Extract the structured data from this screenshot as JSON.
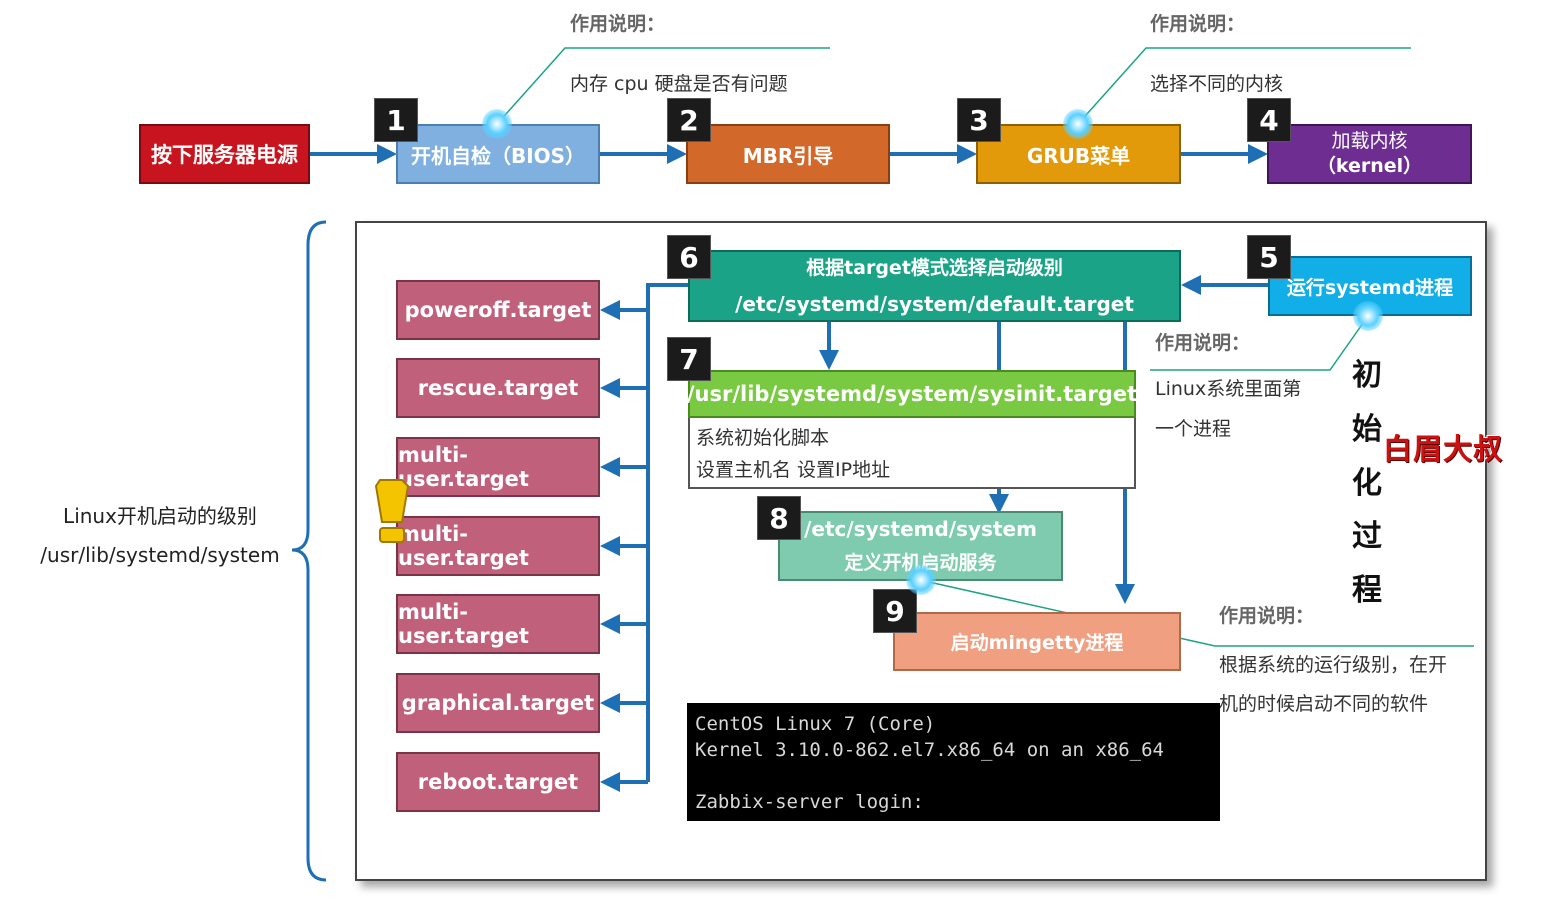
{
  "colors": {
    "arrow": "#1f6fb5",
    "power": "#c8141e",
    "bios": "#7fb0e0",
    "mbr": "#d2692a",
    "grub": "#e29a0b",
    "kernel": "#6e2d91",
    "systemd": "#12aee8",
    "level": "#1aa386",
    "sysinit": "#7ac943",
    "services": "#7ecbb0",
    "mingetty": "#f0a080",
    "target": "#c0607a",
    "watermark": "#cc1111"
  },
  "top_flow": {
    "power": "按下服务器电源",
    "bios": "开机自检（BIOS）",
    "mbr": "MBR引导",
    "grub": "GRUB菜单",
    "kernel_line1": "加载内核",
    "kernel_line2": "（kernel）"
  },
  "numbers": [
    "1",
    "2",
    "3",
    "4",
    "5",
    "6",
    "7",
    "8",
    "9"
  ],
  "notes": {
    "bios_title": "作用说明：",
    "bios_text": "内存 cpu 硬盘是否有问题",
    "grub_title": "作用说明：",
    "grub_text": "选择不同的内核",
    "systemd_title": "作用说明：",
    "systemd_text_1": "Linux系统里面第",
    "systemd_text_2": "一个进程",
    "mingetty_title": "作用说明：",
    "mingetty_text_1": "根据系统的运行级别，在开",
    "mingetty_text_2": "机的时候启动不同的软件"
  },
  "left_label": {
    "line1": "Linux开机启动的级别",
    "line2": "/usr/lib/systemd/system"
  },
  "steps": {
    "systemd": "运行systemd进程",
    "level_line1": "根据target模式选择启动级别",
    "level_line2": "/etc/systemd/system/default.target",
    "sysinit": "/usr/lib/systemd/system/sysinit.target",
    "sysinit_detail_1": "系统初始化脚本",
    "sysinit_detail_2": "设置主机名 设置IP地址",
    "services_line1": "/etc/systemd/system",
    "services_line2": "定义开机启动服务",
    "mingetty": "启动mingetty进程"
  },
  "targets": [
    "poweroff.target",
    "rescue.target",
    "multi-user.target",
    "multi-user.target",
    "multi-user.target",
    "graphical.target",
    "reboot.target"
  ],
  "vertical_label": [
    "初",
    "始",
    "化",
    "过",
    "程"
  ],
  "watermark": "白眉大叔",
  "console": {
    "line1": "CentOS Linux 7 (Core)",
    "line2": "Kernel 3.10.0-862.el7.x86_64 on an x86_64",
    "line3": "",
    "line4": "Zabbix-server login:"
  }
}
